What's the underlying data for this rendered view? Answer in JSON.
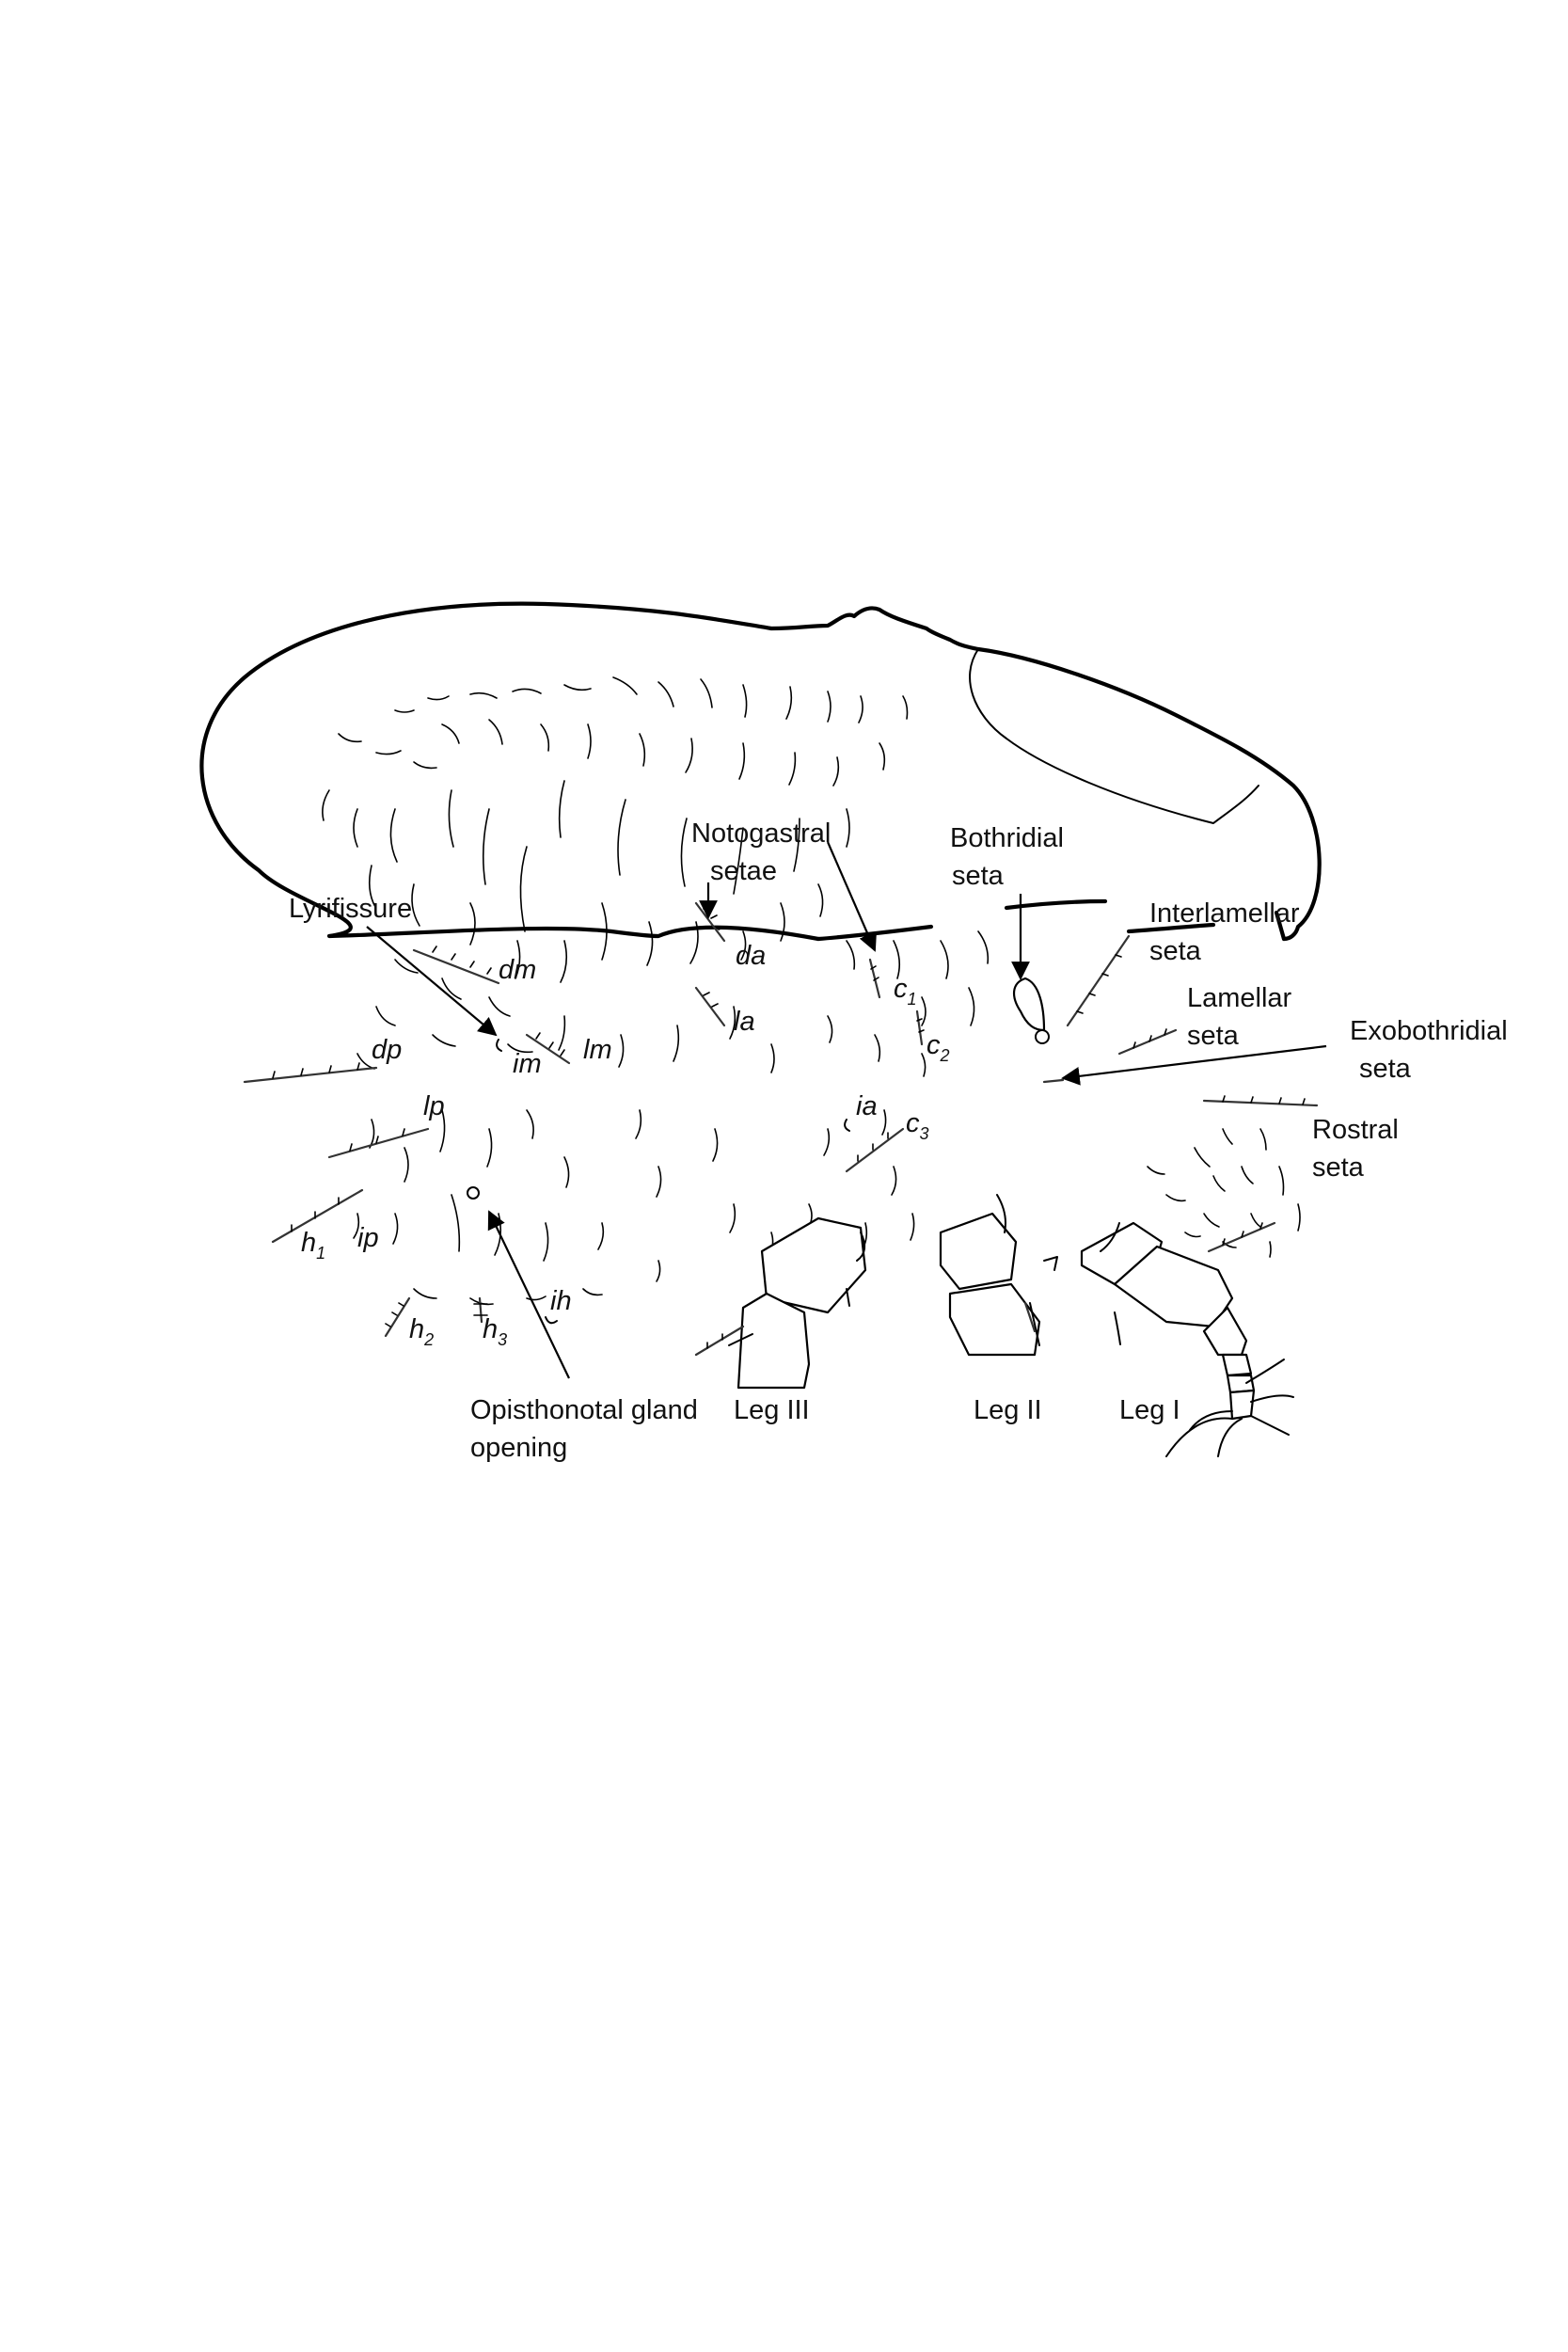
{
  "callouts": {
    "lyrifissure": "Lyrifissure",
    "notogastral_1": "Notogastral",
    "notogastral_2": "setae",
    "bothridial_1": "Bothridial",
    "bothridial_2": "seta",
    "interlamellar_1": "Interlamellar",
    "interlamellar_2": "seta",
    "lamellar_1": "Lamellar",
    "lamellar_2": "seta",
    "exobothridial_1": "Exobothridial",
    "exobothridial_2": "seta",
    "rostral_1": "Rostral",
    "rostral_2": "seta",
    "opisthonotal_1": "Opisthonotal gland",
    "opisthonotal_2": "opening",
    "leg_3": "Leg III",
    "leg_2": "Leg II",
    "leg_1": "Leg I"
  },
  "setae_labels": {
    "dm": "dm",
    "da": "da",
    "c1": "c",
    "c1_sub": "1",
    "c2": "c",
    "c2_sub": "2",
    "c3": "c",
    "c3_sub": "3",
    "la": "la",
    "lm": "lm",
    "im": "im",
    "dp": "dp",
    "lp": "lp",
    "ia": "ia",
    "h1": "h",
    "h1_sub": "1",
    "ip": "ip",
    "ih": "ih",
    "h2": "h",
    "h2_sub": "2",
    "h3": "h",
    "h3_sub": "3"
  }
}
